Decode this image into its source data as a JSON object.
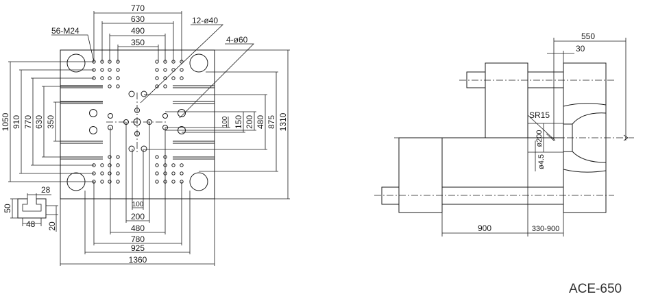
{
  "platen_view": {
    "top_dims": [
      "770",
      "630",
      "490",
      "350"
    ],
    "left_dims": [
      "1050",
      "910",
      "770",
      "630",
      "350"
    ],
    "right_dims": [
      "1310",
      "875",
      "480",
      "200",
      "150",
      "100"
    ],
    "bottom_dims": [
      "100",
      "200",
      "480",
      "780",
      "925",
      "1360"
    ],
    "callouts": {
      "thread_holes": "56-M24",
      "small_holes": "12-ø40",
      "large_holes": "4-ø60"
    },
    "tslot": {
      "top": "28",
      "bottom": "48",
      "height": "50",
      "depth": "20"
    }
  },
  "side_view": {
    "dims": {
      "stroke_550": "550",
      "d30": "30",
      "d900": "900",
      "range": "330-900",
      "sr": "SR15",
      "dia200": "ø200",
      "dia45": "ø4.5"
    }
  },
  "model": "ACE-650"
}
